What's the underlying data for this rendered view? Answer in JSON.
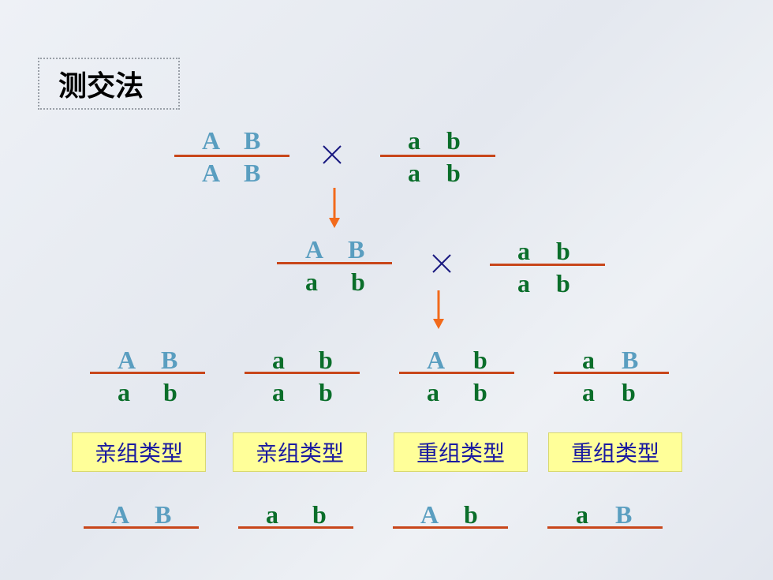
{
  "title": "测交法",
  "colors": {
    "line": "#c8461a",
    "dominant": "#5a9ec0",
    "recessive": "#0a6e2a",
    "arrow": "#f26a1b",
    "type_box": "#ffff99",
    "type_text": "#1a1aa0"
  },
  "cross_symbol": "×",
  "row1": {
    "left": {
      "top": [
        "A",
        "B"
      ],
      "bottom": [
        "A",
        "B"
      ]
    },
    "right": {
      "top": [
        "a",
        "b"
      ],
      "bottom": [
        "a",
        "b"
      ]
    }
  },
  "row2": {
    "left": {
      "top": [
        "A",
        "B"
      ],
      "bottom": [
        "a",
        "b"
      ]
    },
    "right": {
      "top": [
        "a",
        "b"
      ],
      "bottom": [
        "a",
        "b"
      ]
    }
  },
  "offspring": [
    {
      "top": [
        "A",
        "B"
      ],
      "bottom": [
        "a",
        "b"
      ],
      "type": "亲组类型",
      "gamete": [
        "A",
        "B"
      ]
    },
    {
      "top": [
        "a",
        "b"
      ],
      "bottom": [
        "a",
        "b"
      ],
      "type": "亲组类型",
      "gamete": [
        "a",
        "b"
      ]
    },
    {
      "top": [
        "A",
        "b"
      ],
      "bottom": [
        "a",
        "b"
      ],
      "type": "重组类型",
      "gamete": [
        "A",
        "b"
      ]
    },
    {
      "top": [
        "a",
        "B"
      ],
      "bottom": [
        "a",
        "b"
      ],
      "type": "重组类型",
      "gamete": [
        "a",
        "B"
      ]
    }
  ]
}
